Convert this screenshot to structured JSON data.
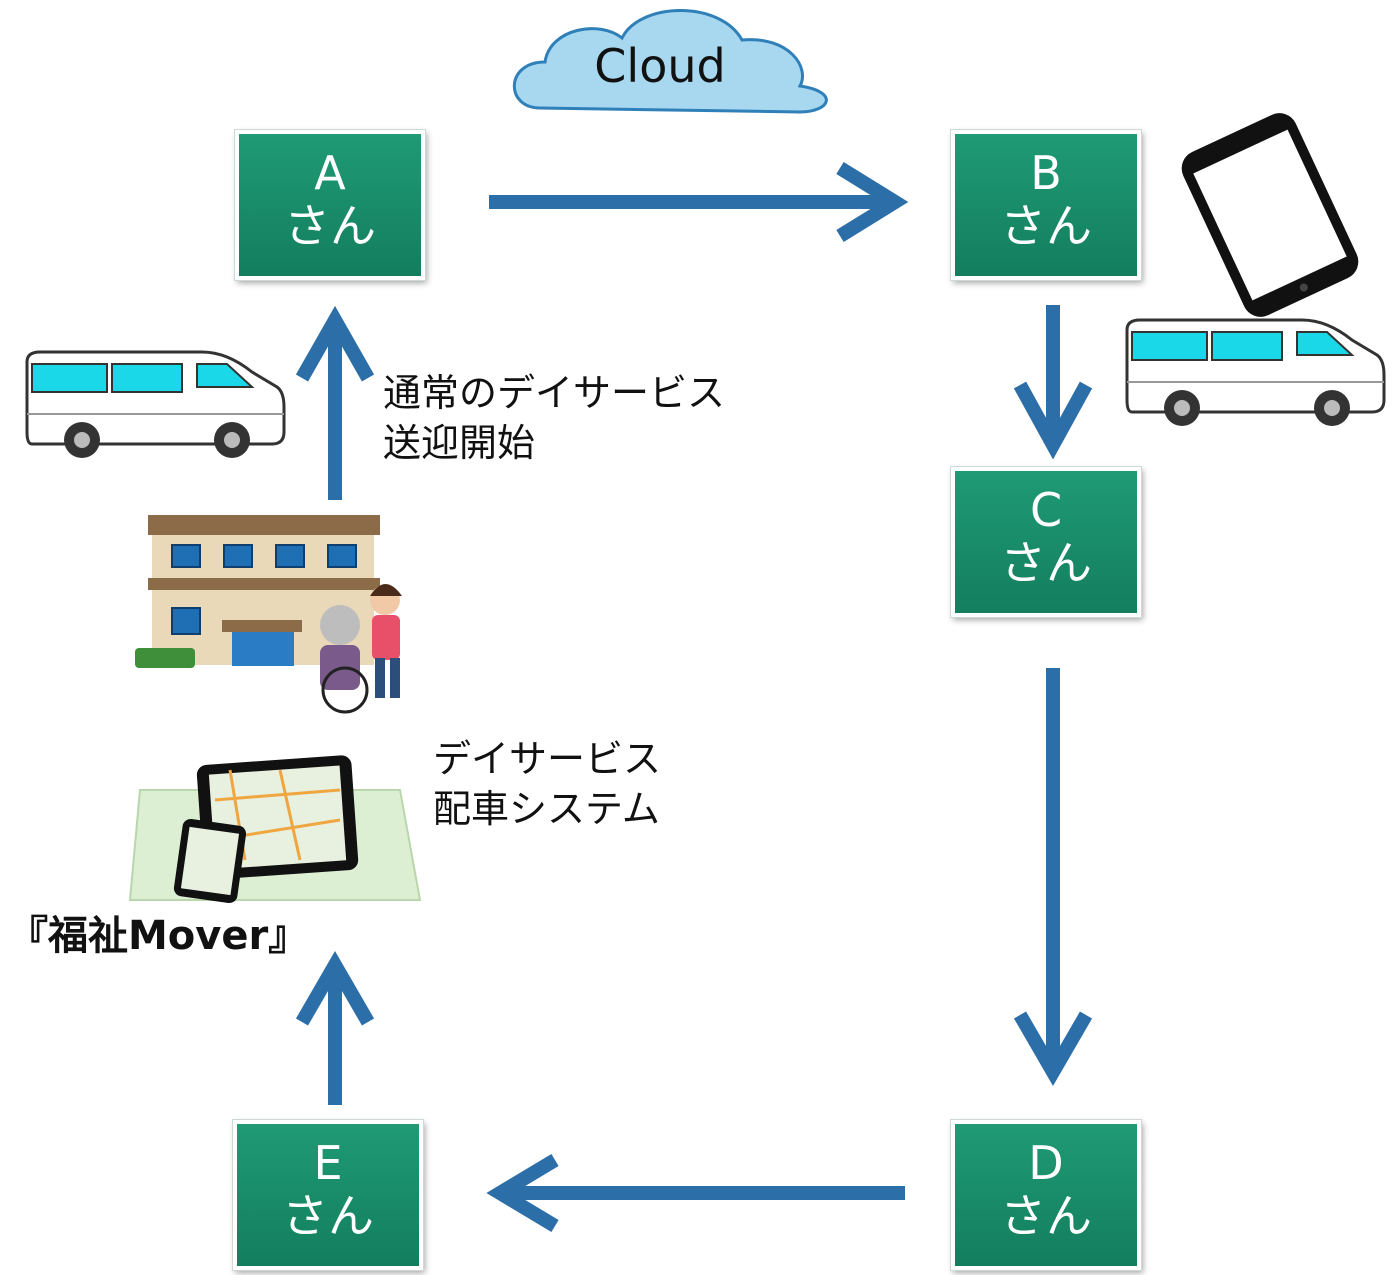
{
  "cloud": {
    "label": "Cloud"
  },
  "nodes": {
    "a": {
      "letter": "A",
      "suffix": "さん"
    },
    "b": {
      "letter": "B",
      "suffix": "さん"
    },
    "c": {
      "letter": "C",
      "suffix": "さん"
    },
    "d": {
      "letter": "D",
      "suffix": "さん"
    },
    "e": {
      "letter": "E",
      "suffix": "さん"
    }
  },
  "labels": {
    "pickup_line1": "通常のデイサービス",
    "pickup_line2": "送迎開始",
    "dispatch_line1": "デイサービス",
    "dispatch_line2": "配車システム",
    "system_name": "『福祉Mover』"
  },
  "colors": {
    "node_fill": "#1a8c68",
    "arrow": "#2b6ea8",
    "cloud_fill": "#a8d8f0",
    "cloud_stroke": "#2f7fb8",
    "van_window": "#1ad8e8"
  },
  "icons": [
    "cloud-icon",
    "smartphone-icon",
    "van-icon",
    "care-facility-icon",
    "tablet-map-icon"
  ]
}
